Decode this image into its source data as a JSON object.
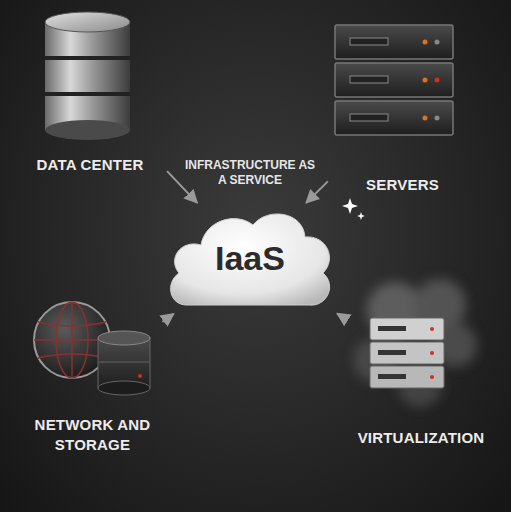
{
  "diagram": {
    "nodes": [
      {
        "text": [
          "DATA CENTER"
        ]
      },
      {
        "text": [
          "SERVERS"
        ]
      },
      {
        "text": [
          "IaaS"
        ]
      },
      {
        "text": [
          "NETWORK AND STORAGE"
        ]
      },
      {
        "text": [
          "VIRTUALIZATION"
        ]
      }
    ],
    "edges": [
      {
        "from": 0,
        "to": 2,
        "arrow": "to"
      },
      {
        "from": 1,
        "to": 2,
        "arrow": "to"
      },
      {
        "from": 3,
        "to": 2,
        "arrow": "to"
      },
      {
        "from": 4,
        "to": 2,
        "arrow": "to"
      }
    ],
    "labels": [
      "INFRASTRUCTURE AS A SERVICE"
    ]
  }
}
